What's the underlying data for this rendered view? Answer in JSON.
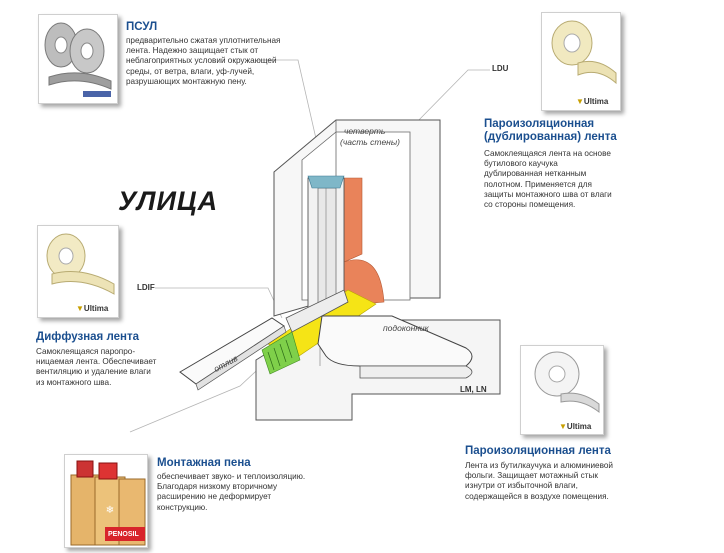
{
  "street_label": "УЛИЦА",
  "labels": {
    "chetvert": "четверть",
    "chetvert_sub": "(часть стены)",
    "podokonnik": "подоконник",
    "otliv": "отлив"
  },
  "tags": {
    "ldu": "LDU",
    "ldif": "LDIF",
    "lm_ln": "LM, LN"
  },
  "psul": {
    "title": "ПСУЛ",
    "desc": [
      "предварительно сжатая уплотнительная",
      "лента. Надежно защищает стык от",
      "неблагоприятных условий окружающей",
      "среды, от ветра, влаги, уф-лучей,",
      "разрушающих монтажную пену."
    ]
  },
  "duplicated_tape": {
    "title": [
      "Пароизоляционная",
      "(дублированная) лента"
    ],
    "desc": [
      "Самоклеящаяся лента на основе",
      "бутилового каучука",
      "дублированная нетканным",
      "полотном. Применяется для",
      "защиты монтажного шва от влаги",
      "со стороны помещения."
    ]
  },
  "diffusion_tape": {
    "title": "Диффузная лента",
    "desc": [
      "Самоклеящаяся паропро-",
      "ницаемая лента. Обеспечивает",
      "вентиляцию и удаление влаги",
      "из монтажного шва."
    ]
  },
  "foam": {
    "title": "Монтажная пена",
    "desc": [
      "обеспечивает звуко- и теплоизоляцию.",
      "Благодаря низкому вторичному",
      "расширению не деформирует",
      "конструкцию."
    ],
    "brand": "PENOSIL"
  },
  "vapor_tape": {
    "title": "Пароизоляционная лента",
    "desc": [
      "Лента из бутилкаучука и алюминиевой",
      "фольги. Защищает мотажный стык",
      "изнутри от избыточной влаги,",
      "содержащейся в воздухе помещения."
    ]
  },
  "brand": "Ultima",
  "colors": {
    "title": "#1b4f8f",
    "yellow": "#f5e416",
    "orange": "#e9835a",
    "green": "#7fd04a",
    "teal": "#7fb7c8"
  }
}
